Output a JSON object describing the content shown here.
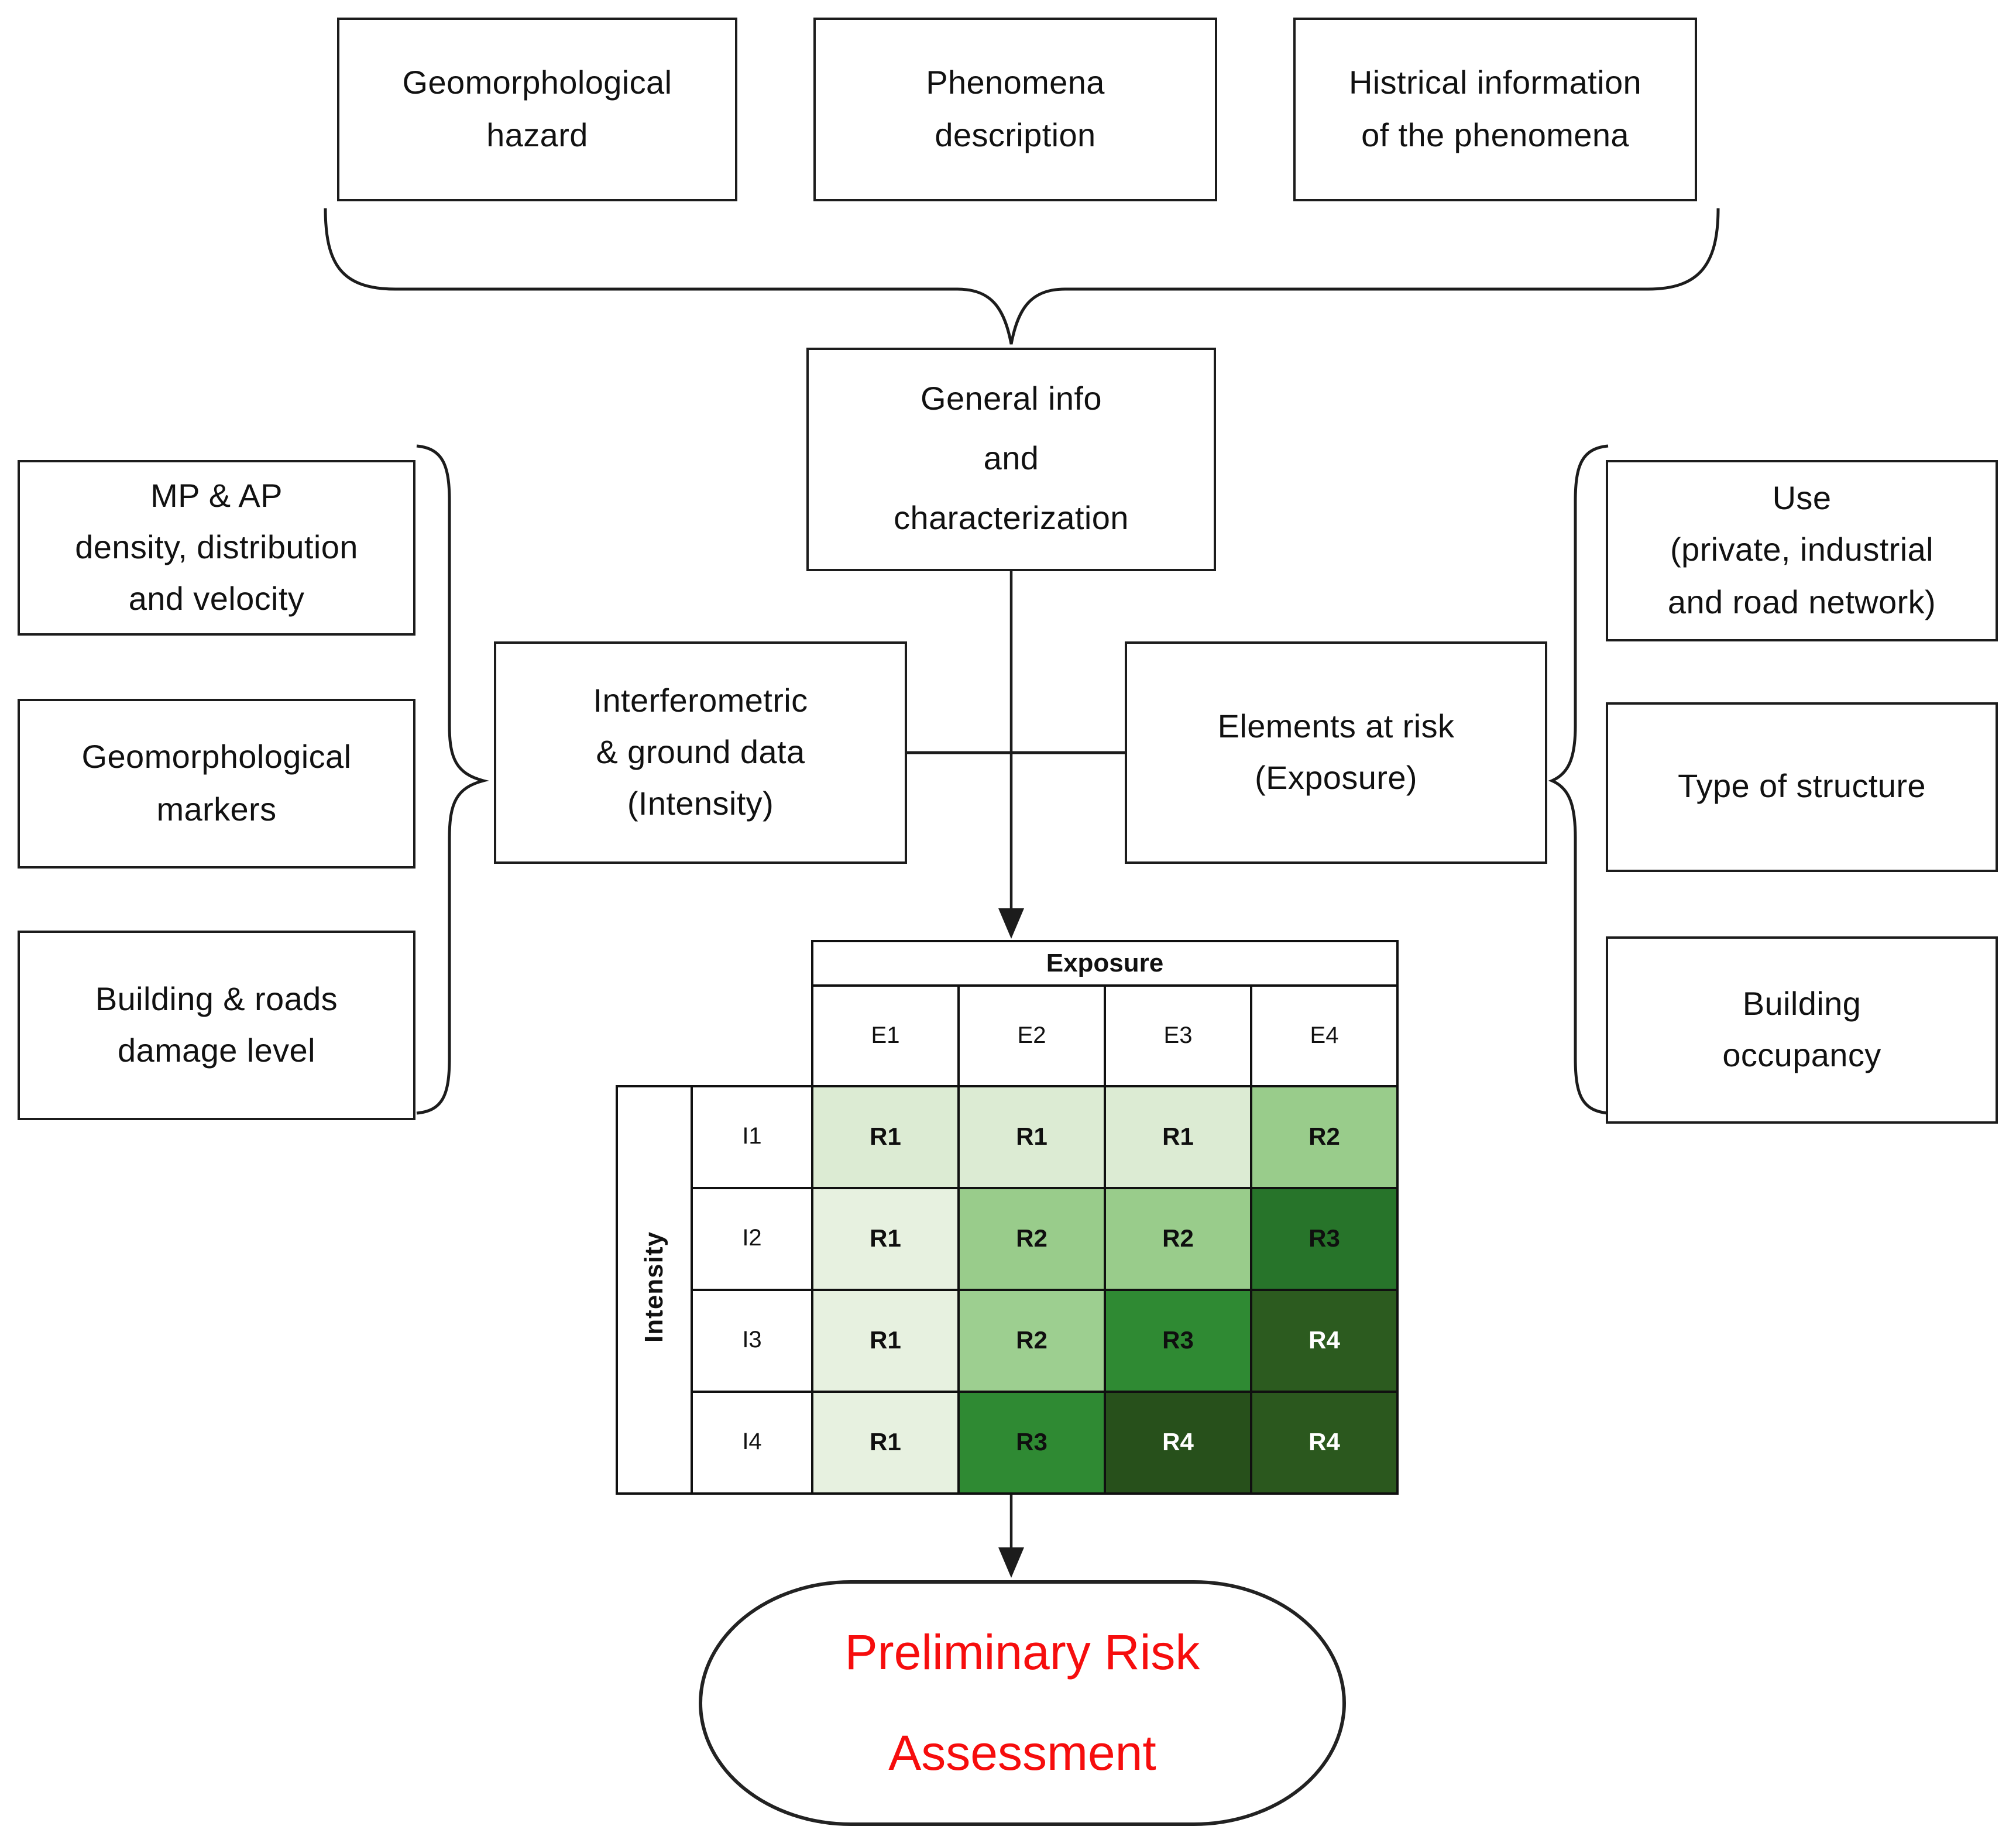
{
  "diagram": {
    "top_boxes": [
      {
        "label": "Geomorphological\nhazard"
      },
      {
        "label": "Phenomena\ndescription"
      },
      {
        "label": "Histrical information\nof the phenomena"
      }
    ],
    "general_info_box": {
      "label": "General info\nand\ncharacterization"
    },
    "left_boxes": [
      {
        "label": "MP & AP\ndensity, distribution\nand velocity"
      },
      {
        "label": "Geomorphological\nmarkers"
      },
      {
        "label": "Building & roads\ndamage level"
      }
    ],
    "intensity_box": {
      "label": "Interferometric\n& ground data\n(Intensity)"
    },
    "exposure_box": {
      "label": "Elements at risk\n(Exposure)"
    },
    "right_boxes": [
      {
        "label": "Use\n(private, industrial\nand road network)"
      },
      {
        "label": "Type of structure"
      },
      {
        "label": "Building\noccupancy"
      }
    ],
    "matrix": {
      "top_header": "Exposure",
      "side_header": "Intensity",
      "col_headers": [
        "E1",
        "E2",
        "E3",
        "E4"
      ],
      "row_headers": [
        "I1",
        "I2",
        "I3",
        "I4"
      ],
      "cells": [
        [
          {
            "text": "R1",
            "bg": "#dcebd3",
            "fg": "#0f0f0f"
          },
          {
            "text": "R1",
            "bg": "#dcebd3",
            "fg": "#0f0f0f"
          },
          {
            "text": "R1",
            "bg": "#dcebd3",
            "fg": "#0f0f0f"
          },
          {
            "text": "R2",
            "bg": "#99cc8b",
            "fg": "#0f0f0f"
          }
        ],
        [
          {
            "text": "R1",
            "bg": "#e7f1e0",
            "fg": "#0f0f0f"
          },
          {
            "text": "R2",
            "bg": "#99cc8b",
            "fg": "#0f0f0f"
          },
          {
            "text": "R2",
            "bg": "#99cc8b",
            "fg": "#0f0f0f"
          },
          {
            "text": "R3",
            "bg": "#27742a",
            "fg": "#0f0f0f"
          }
        ],
        [
          {
            "text": "R1",
            "bg": "#e7f1e0",
            "fg": "#0f0f0f"
          },
          {
            "text": "R2",
            "bg": "#9dcf90",
            "fg": "#0f0f0f"
          },
          {
            "text": "R3",
            "bg": "#2f8a33",
            "fg": "#0f0f0f"
          },
          {
            "text": "R4",
            "bg": "#2c5b1f",
            "fg": "#ffffff"
          }
        ],
        [
          {
            "text": "R1",
            "bg": "#e7f1e0",
            "fg": "#0f0f0f"
          },
          {
            "text": "R3",
            "bg": "#2f8a33",
            "fg": "#0f0f0f"
          },
          {
            "text": "R4",
            "bg": "#27501b",
            "fg": "#ffffff"
          },
          {
            "text": "R4",
            "bg": "#2b581e",
            "fg": "#ffffff"
          }
        ]
      ]
    },
    "result_box": {
      "label": "Preliminary Risk\nAssessment",
      "text_color": "#f60d0d"
    },
    "colors": {
      "line": "#1c1c1c",
      "background": "#ffffff"
    }
  }
}
